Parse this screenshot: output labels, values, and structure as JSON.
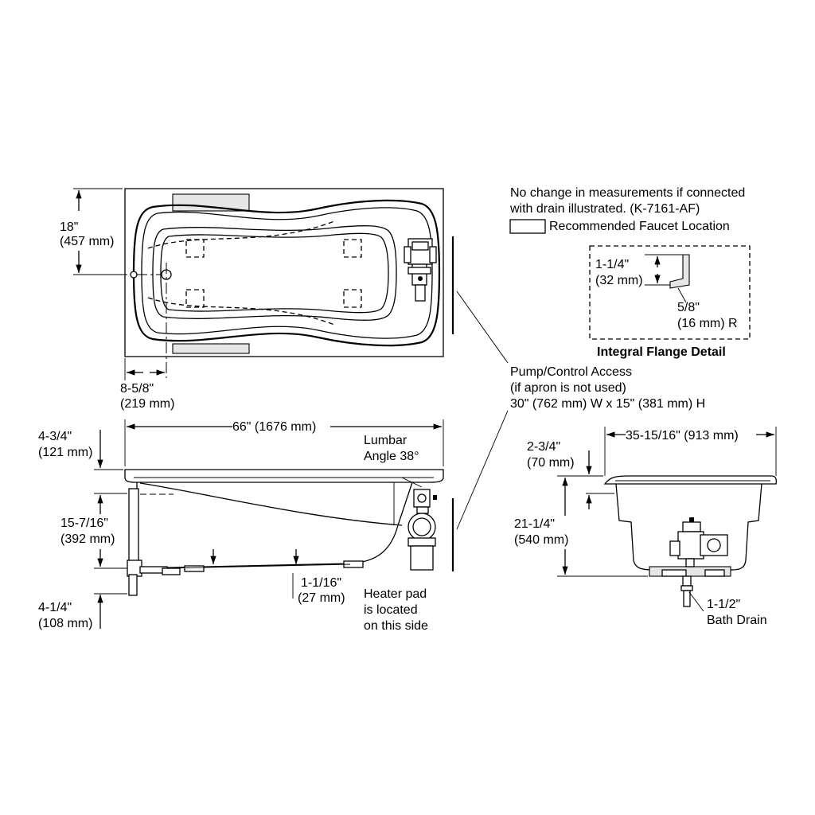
{
  "notes": {
    "line1": "No change in measurements if connected",
    "line2": "with drain illustrated. (K-7161-AF)",
    "faucet_legend": "Recommended Faucet Location"
  },
  "flange_detail": {
    "title": "Integral Flange Detail",
    "height_in": "1-1/4\"",
    "height_mm": "(32 mm)",
    "radius_in": "5/8\"",
    "radius_mm": "(16 mm) R"
  },
  "pump_access": {
    "line1": "Pump/Control Access",
    "line2": "(if apron is not used)",
    "line3": "30\" (762 mm) W x 15\" (381 mm) H"
  },
  "top_view": {
    "width_in": "18\"",
    "width_mm": "(457 mm)",
    "drain_offset_in": "8-5/8\"",
    "drain_offset_mm": "(219 mm)"
  },
  "side_view": {
    "length": "66\" (1676 mm)",
    "rim_in": "4-3/4\"",
    "rim_mm": "(121 mm)",
    "depth_in": "15-7/16\"",
    "depth_mm": "(392 mm)",
    "drain_in": "4-1/4\"",
    "drain_mm": "(108 mm)",
    "base_in": "1-1/16\"",
    "base_mm": "(27 mm)",
    "lumbar_1": "Lumbar",
    "lumbar_2": "Angle 38°",
    "heater_1": "Heater pad",
    "heater_2": "is located",
    "heater_3": "on this side"
  },
  "end_view": {
    "width": "35-15/16\" (913 mm)",
    "rim_in": "2-3/4\"",
    "rim_mm": "(70 mm)",
    "height_in": "21-1/4\"",
    "height_mm": "(540 mm)",
    "drain_1": "1-1/2\"",
    "drain_2": "Bath Drain"
  }
}
